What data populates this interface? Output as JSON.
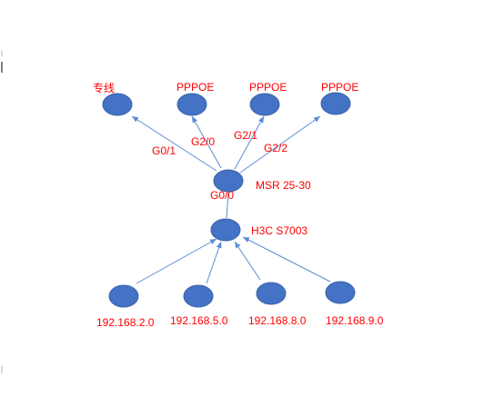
{
  "nodes": {
    "dedicated_line": {
      "label": "专线"
    },
    "pppoe_1": {
      "label": "PPPOE"
    },
    "pppoe_2": {
      "label": "PPPOE"
    },
    "pppoe_3": {
      "label": "PPPOE"
    },
    "router": {
      "label": "MSR 25-30"
    },
    "core_switch": {
      "label": "H3C S7003"
    },
    "subnet_1": {
      "label": "192.168.2.0"
    },
    "subnet_2": {
      "label": "192.168.5.0"
    },
    "subnet_3": {
      "label": "192.168.8.0"
    },
    "subnet_4": {
      "label": "192.168.9.0"
    }
  },
  "interfaces": {
    "g0_1": "G0/1",
    "g2_0": "G2/0",
    "g2_1": "G2/1",
    "g2_2": "G2/2",
    "g0_0": "G0/0"
  },
  "colors": {
    "node_fill": "#4472c4",
    "edge": "#5b8bd6",
    "label_text": "#ff0000"
  }
}
